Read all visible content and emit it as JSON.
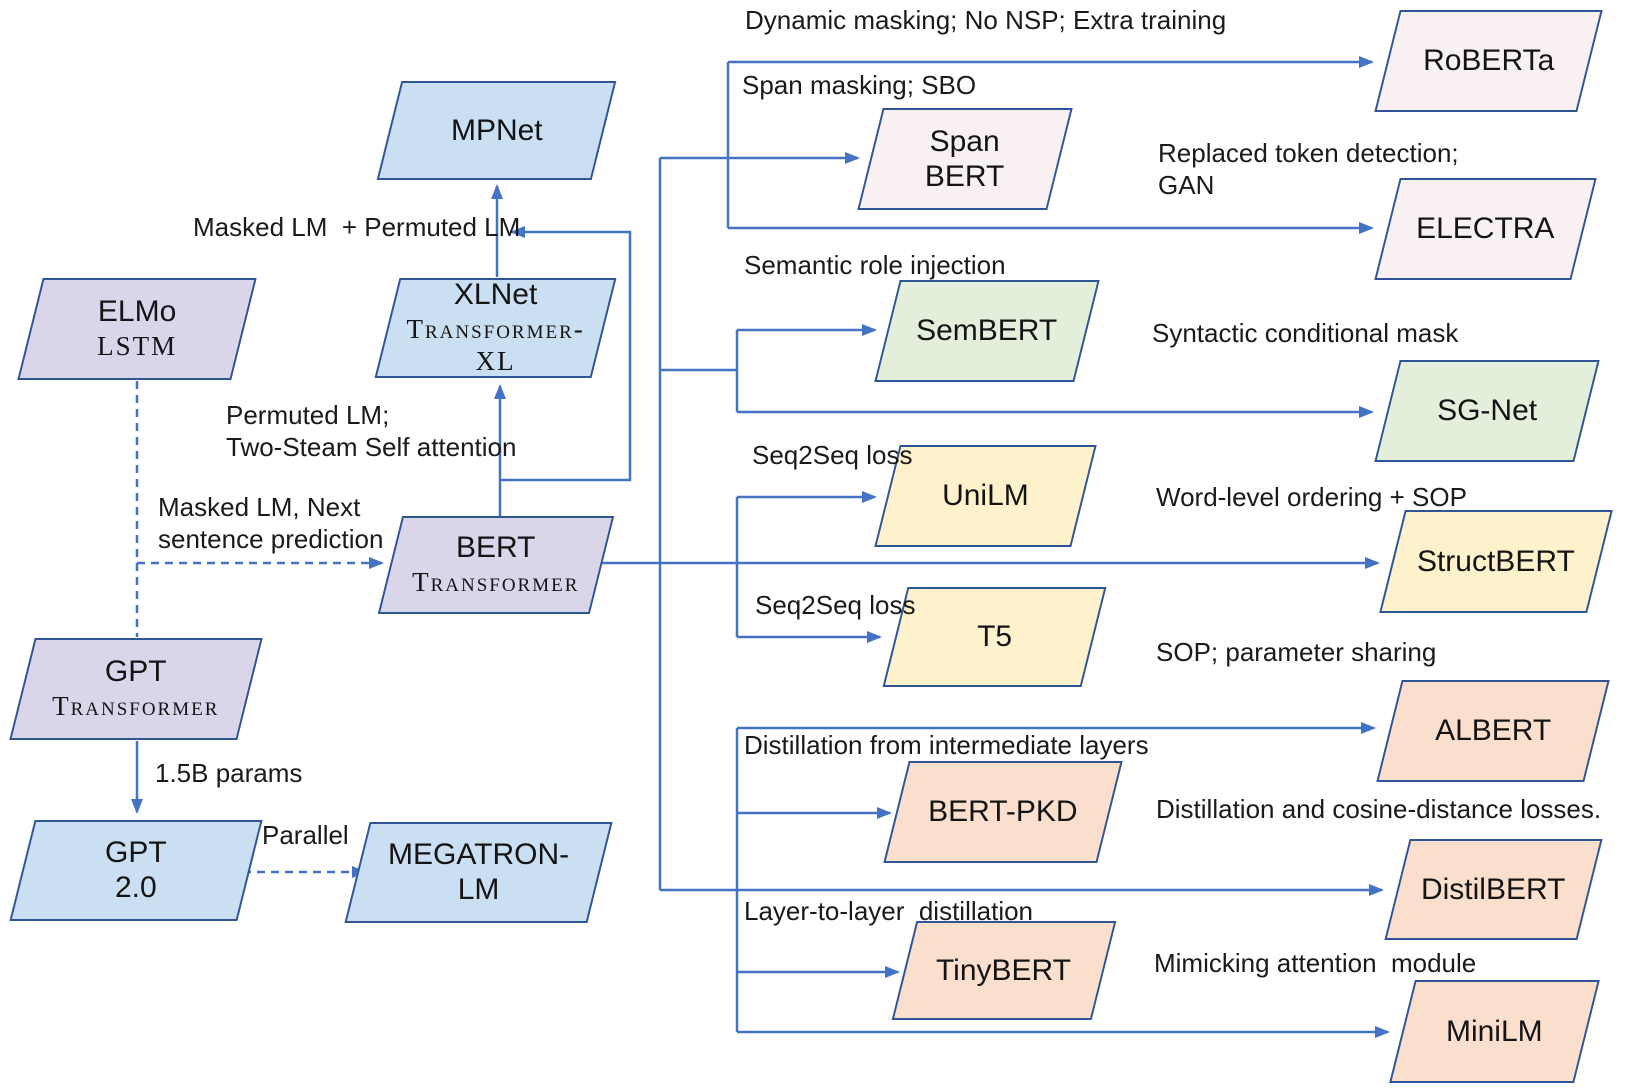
{
  "palette": {
    "purple": "#D9D6EA",
    "blue": "#CBDFF2",
    "pink": "#F9F1F1",
    "green": "#E3EFDB",
    "yellow": "#FDF2CB",
    "peach": "#FADFCD",
    "node_border": "#2F5597",
    "line": "#4472C4",
    "text": "#1A1A1A"
  },
  "nodes": {
    "elmo": {
      "label": "ELMo",
      "sublabel": "LSTM"
    },
    "mpnet": {
      "label": "MPNet"
    },
    "xlnet": {
      "label": "XLNet",
      "sublabel": "Transformer-XL"
    },
    "bert": {
      "label": "BERT",
      "sublabel": "Transformer"
    },
    "gpt": {
      "label": "GPT",
      "sublabel": "Transformer"
    },
    "gpt2": {
      "label": "GPT\n2.0"
    },
    "megatron": {
      "label": "MEGATRON-\nLM"
    },
    "roberta": {
      "label": "RoBERTa"
    },
    "spanbert": {
      "label": "Span\nBERT"
    },
    "electra": {
      "label": "ELECTRA"
    },
    "sembert": {
      "label": "SemBERT"
    },
    "sgnet": {
      "label": "SG-Net"
    },
    "unilm": {
      "label": "UniLM"
    },
    "structbert": {
      "label": "StructBERT"
    },
    "t5": {
      "label": "T5"
    },
    "albert": {
      "label": "ALBERT"
    },
    "bertpkd": {
      "label": "BERT-PKD"
    },
    "distilbert": {
      "label": "DistilBERT"
    },
    "tinybert": {
      "label": "TinyBERT"
    },
    "minilm": {
      "label": "MiniLM"
    }
  },
  "edge_labels": {
    "masked_plus_permuted": "Masked LM  + Permuted LM",
    "permuted_two_steam": "Permuted LM;\nTwo-Steam Self attention",
    "masked_next_sentence": "Masked LM, Next\nsentence prediction",
    "params_15b": "1.5B params",
    "parallel": "Parallel",
    "dynamic_masking": "Dynamic masking; No NSP; Extra training",
    "span_masking": "Span masking; SBO",
    "replaced_token": "Replaced token detection;\nGAN",
    "semantic_role": "Semantic role injection",
    "syntactic_mask": "Syntactic conditional mask",
    "seq2seq_unilm": "Seq2Seq loss",
    "seq2seq_t5": "Seq2Seq loss",
    "word_level": "Word-level ordering + SOP",
    "sop_sharing": "SOP; parameter sharing",
    "distill_intermediate": "Distillation from intermediate layers",
    "distill_cosine": "Distillation and cosine-distance losses.",
    "layer_to_layer": "Layer-to-layer  distillation",
    "mimicking": "Mimicking attention  module"
  }
}
